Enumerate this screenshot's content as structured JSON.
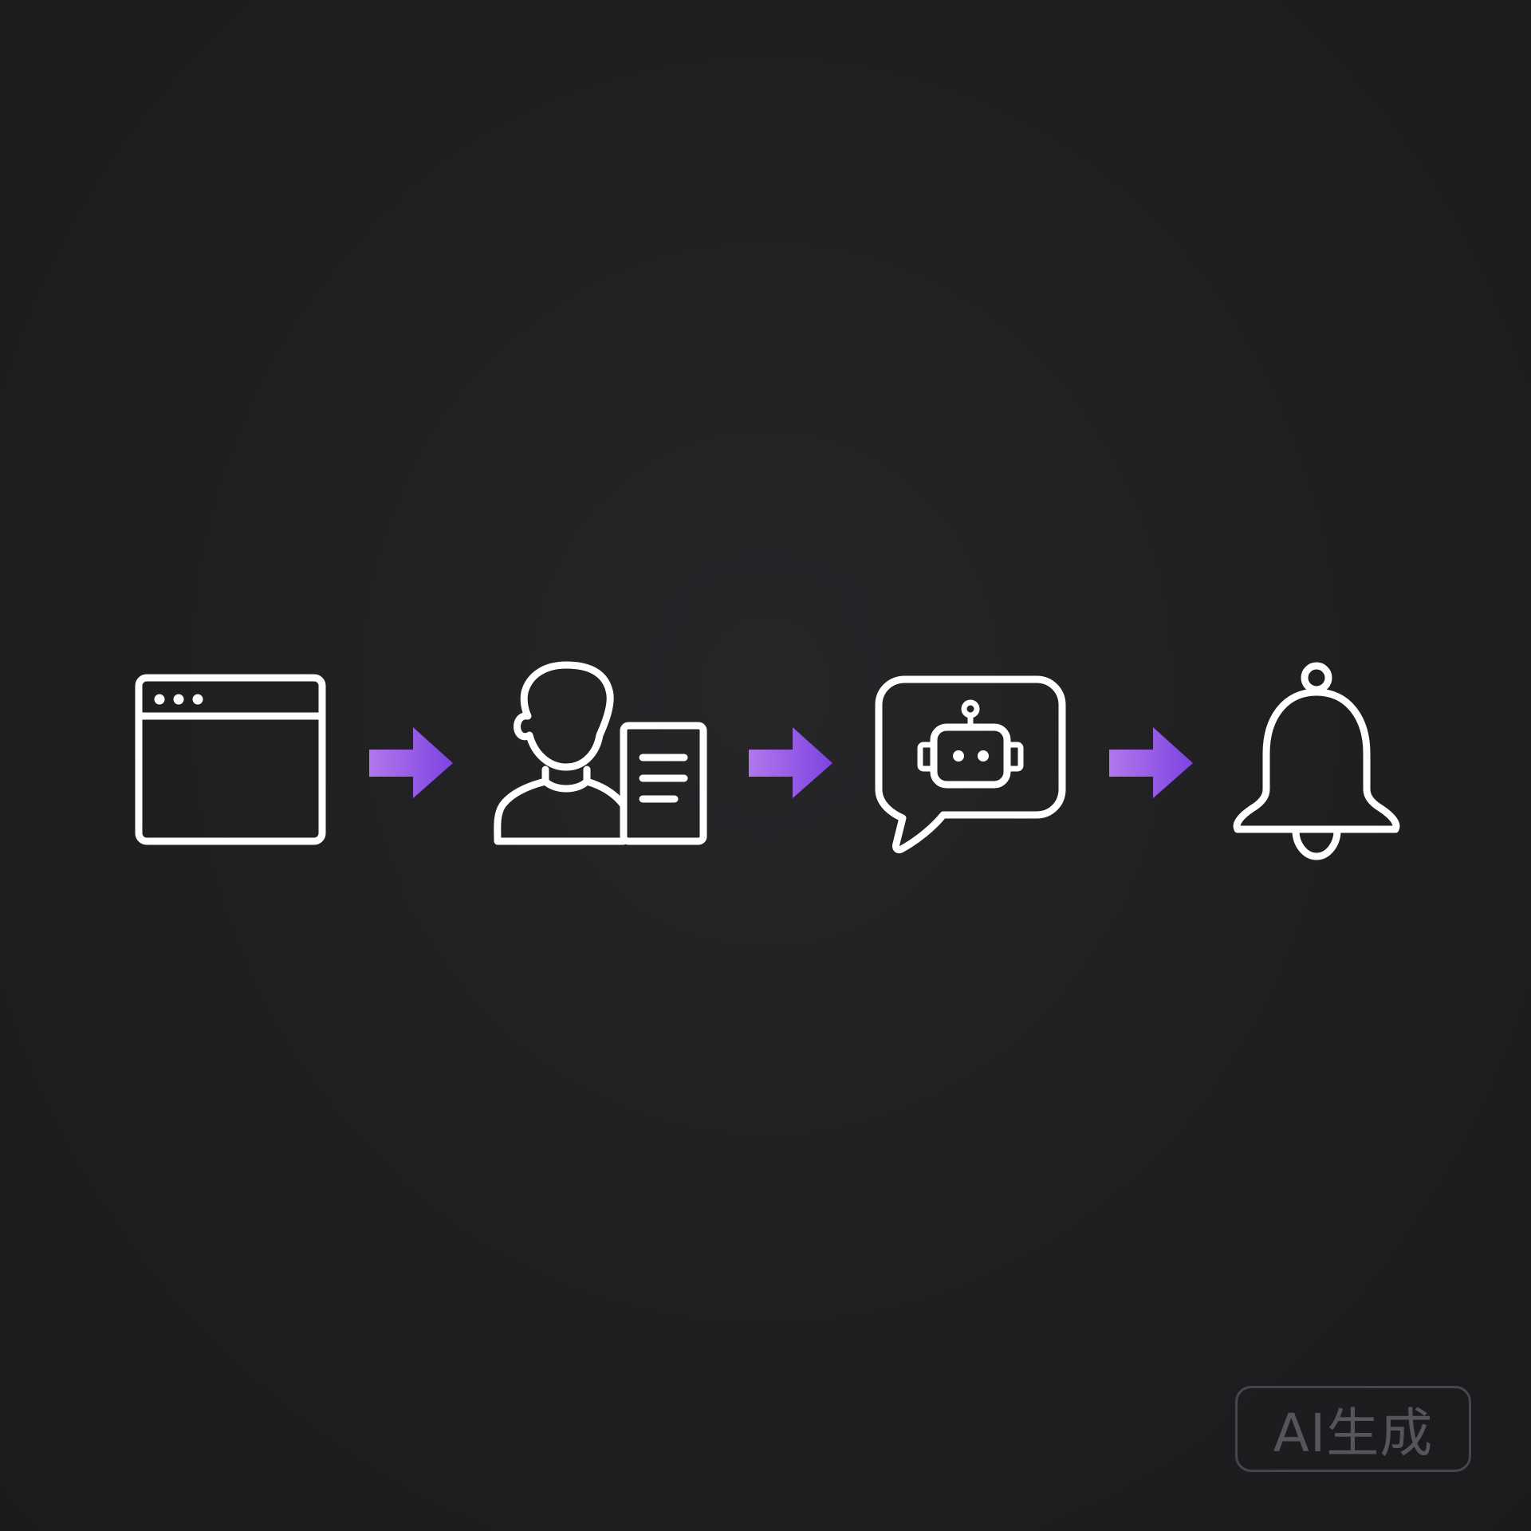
{
  "diagram": {
    "type": "flow",
    "steps": [
      {
        "icon": "browser-window-icon"
      },
      {
        "icon": "user-with-document-icon"
      },
      {
        "icon": "chatbot-speech-bubble-icon"
      },
      {
        "icon": "notification-bell-icon"
      }
    ],
    "connectors": [
      {
        "from": 0,
        "to": 1,
        "icon": "arrow-right-icon"
      },
      {
        "from": 1,
        "to": 2,
        "icon": "arrow-right-icon"
      },
      {
        "from": 2,
        "to": 3,
        "icon": "arrow-right-icon"
      }
    ]
  },
  "colors": {
    "background": "#1e1e20",
    "icon_stroke": "#ffffff",
    "arrow_start": "#b277ee",
    "arrow_end": "#7d43e0",
    "badge": "#56565a"
  },
  "watermark": {
    "label": "AI生成"
  }
}
